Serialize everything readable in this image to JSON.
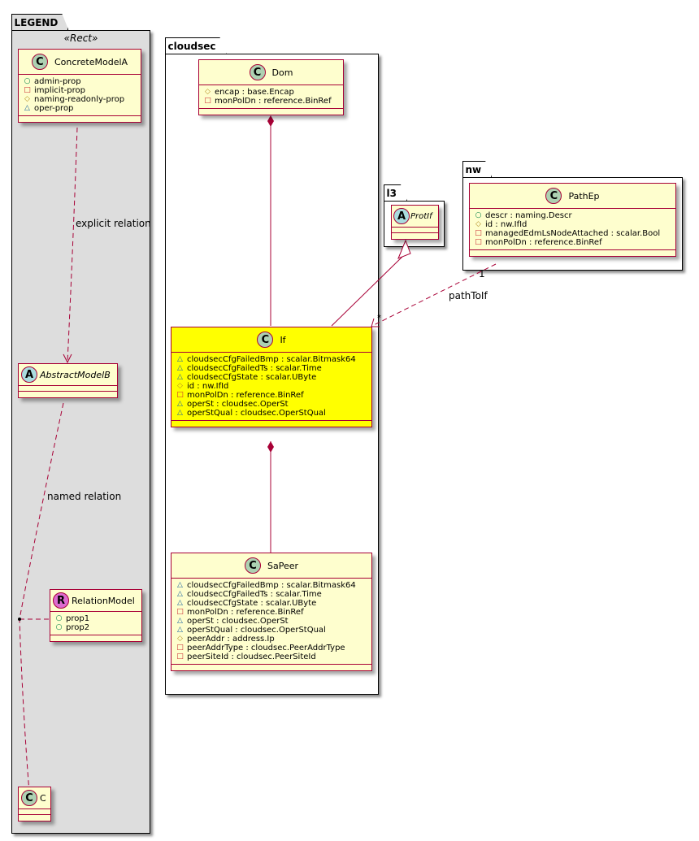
{
  "packages": {
    "legend": {
      "name": "LEGEND",
      "stereotype": "«Rect»"
    },
    "cloudsec": {
      "name": "cloudsec"
    },
    "l3": {
      "name": "l3"
    },
    "nw": {
      "name": "nw"
    }
  },
  "visibility_symbols": {
    "public": "○",
    "private": "□",
    "protected": "◇",
    "package": "△"
  },
  "classes": {
    "concrete_model_a": {
      "kind": "C",
      "name": "ConcreteModelA",
      "attrs": [
        {
          "vis": "public",
          "text": "admin-prop"
        },
        {
          "vis": "private",
          "text": "implicit-prop"
        },
        {
          "vis": "protected",
          "text": "naming-readonly-prop"
        },
        {
          "vis": "package",
          "text": "oper-prop"
        }
      ]
    },
    "abstract_model_b": {
      "kind": "A",
      "name": "AbstractModelB",
      "attrs": []
    },
    "relation_model": {
      "kind": "R",
      "name": "RelationModel",
      "attrs": [
        {
          "vis": "public",
          "text": "prop1"
        },
        {
          "vis": "public",
          "text": "prop2"
        }
      ]
    },
    "c": {
      "kind": "C",
      "name": "C",
      "attrs": []
    },
    "dom": {
      "kind": "C",
      "name": "Dom",
      "attrs": [
        {
          "vis": "protected",
          "text": "encap : base.Encap"
        },
        {
          "vis": "private",
          "text": "monPolDn : reference.BinRef"
        }
      ]
    },
    "if": {
      "kind": "C",
      "name": "If",
      "attrs": [
        {
          "vis": "package",
          "text": "cloudsecCfgFailedBmp : scalar.Bitmask64"
        },
        {
          "vis": "package",
          "text": "cloudsecCfgFailedTs : scalar.Time"
        },
        {
          "vis": "package",
          "text": "cloudsecCfgState : scalar.UByte"
        },
        {
          "vis": "protected",
          "text": "id : nw.IfId"
        },
        {
          "vis": "private",
          "text": "monPolDn : reference.BinRef"
        },
        {
          "vis": "package",
          "text": "operSt : cloudsec.OperSt"
        },
        {
          "vis": "package",
          "text": "operStQual : cloudsec.OperStQual"
        }
      ]
    },
    "sa_peer": {
      "kind": "C",
      "name": "SaPeer",
      "attrs": [
        {
          "vis": "package",
          "text": "cloudsecCfgFailedBmp : scalar.Bitmask64"
        },
        {
          "vis": "package",
          "text": "cloudsecCfgFailedTs : scalar.Time"
        },
        {
          "vis": "package",
          "text": "cloudsecCfgState : scalar.UByte"
        },
        {
          "vis": "private",
          "text": "monPolDn : reference.BinRef"
        },
        {
          "vis": "package",
          "text": "operSt : cloudsec.OperSt"
        },
        {
          "vis": "package",
          "text": "operStQual : cloudsec.OperStQual"
        },
        {
          "vis": "protected",
          "text": "peerAddr : address.Ip"
        },
        {
          "vis": "private",
          "text": "peerAddrType : cloudsec.PeerAddrType"
        },
        {
          "vis": "private",
          "text": "peerSiteId : cloudsec.PeerSiteId"
        }
      ]
    },
    "prot_if": {
      "kind": "A",
      "name": "ProtIf",
      "attrs": []
    },
    "path_ep": {
      "kind": "C",
      "name": "PathEp",
      "attrs": [
        {
          "vis": "public",
          "text": "descr : naming.Descr"
        },
        {
          "vis": "protected",
          "text": "id : nw.IfId"
        },
        {
          "vis": "private",
          "text": "managedEdmLsNodeAttached : scalar.Bool"
        },
        {
          "vis": "private",
          "text": "monPolDn : reference.BinRef"
        }
      ]
    }
  },
  "relations": {
    "explicit": {
      "label": "explicit relation"
    },
    "named": {
      "label": "named relation"
    },
    "path_to_if": {
      "label": "pathToIf",
      "source_mult": "1",
      "target_mult": "*"
    }
  },
  "colors": {
    "class_bg": "#fefece",
    "highlight_bg": "#ffff00",
    "border": "#a80036",
    "legend_bg": "#dddddd"
  }
}
